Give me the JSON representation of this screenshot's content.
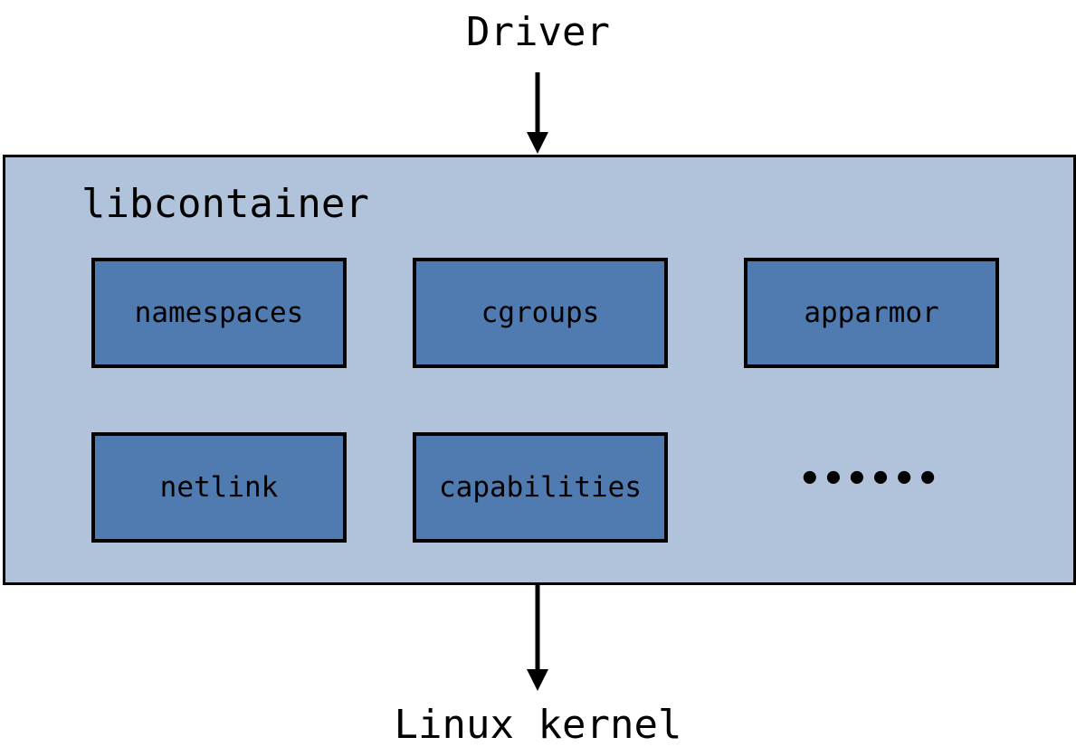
{
  "driver_label": "Driver",
  "kernel_label": "Linux kernel",
  "container_title": "libcontainer",
  "modules": [
    {
      "label": "namespaces"
    },
    {
      "label": "cgroups"
    },
    {
      "label": "apparmor"
    },
    {
      "label": "netlink"
    },
    {
      "label": "capabilities"
    }
  ],
  "more_label": "••••••",
  "colors": {
    "container_fill": "#b0c3db",
    "module_fill": "#4f7bb1",
    "stroke": "#000000"
  }
}
